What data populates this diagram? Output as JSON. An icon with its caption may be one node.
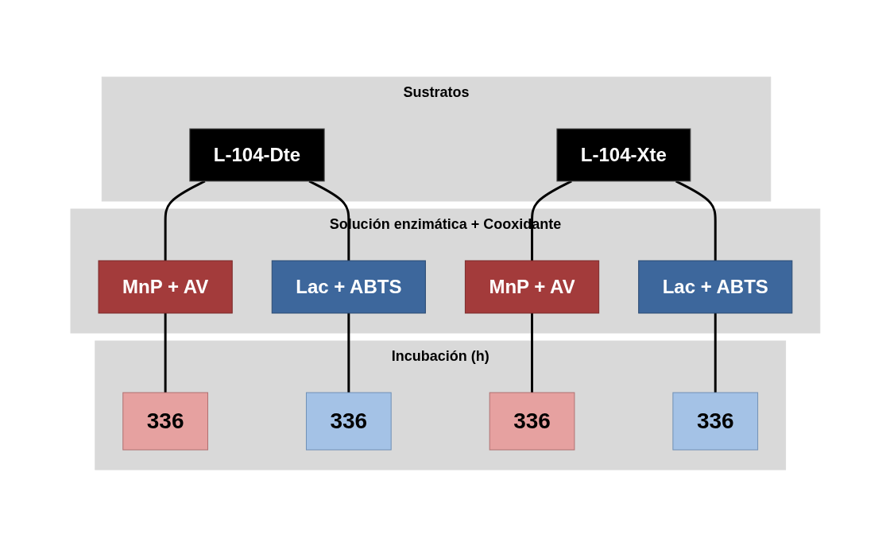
{
  "diagram": {
    "nodes": [
      {
        "text": [
          "Sustratos"
        ]
      },
      {
        "text": [
          "L-104-Dte"
        ],
        "in": 0
      },
      {
        "text": [
          "L-104-Xte"
        ],
        "in": 0
      },
      {
        "text": [
          "Solución enzimática + Cooxidante"
        ]
      },
      {
        "text": [
          "MnP + AV"
        ],
        "in": 3
      },
      {
        "text": [
          "Lac + ABTS"
        ],
        "in": 3
      },
      {
        "text": [
          "MnP + AV"
        ],
        "in": 3
      },
      {
        "text": [
          "Lac + ABTS"
        ],
        "in": 3
      },
      {
        "text": [
          "Incubación (h)"
        ]
      },
      {
        "text": [
          "336"
        ],
        "in": 8
      },
      {
        "text": [
          "336"
        ],
        "in": 8
      },
      {
        "text": [
          "336"
        ],
        "in": 8
      },
      {
        "text": [
          "336"
        ],
        "in": 8
      }
    ],
    "edges": [
      {
        "from": 1,
        "to": 4,
        "arrow": "none"
      },
      {
        "from": 1,
        "to": 5,
        "arrow": "none"
      },
      {
        "from": 2,
        "to": 6,
        "arrow": "none"
      },
      {
        "from": 2,
        "to": 7,
        "arrow": "none"
      },
      {
        "from": 4,
        "to": 9,
        "arrow": "none"
      },
      {
        "from": 5,
        "to": 10,
        "arrow": "none"
      },
      {
        "from": 6,
        "to": 11,
        "arrow": "none"
      },
      {
        "from": 7,
        "to": 12,
        "arrow": "none"
      }
    ]
  }
}
